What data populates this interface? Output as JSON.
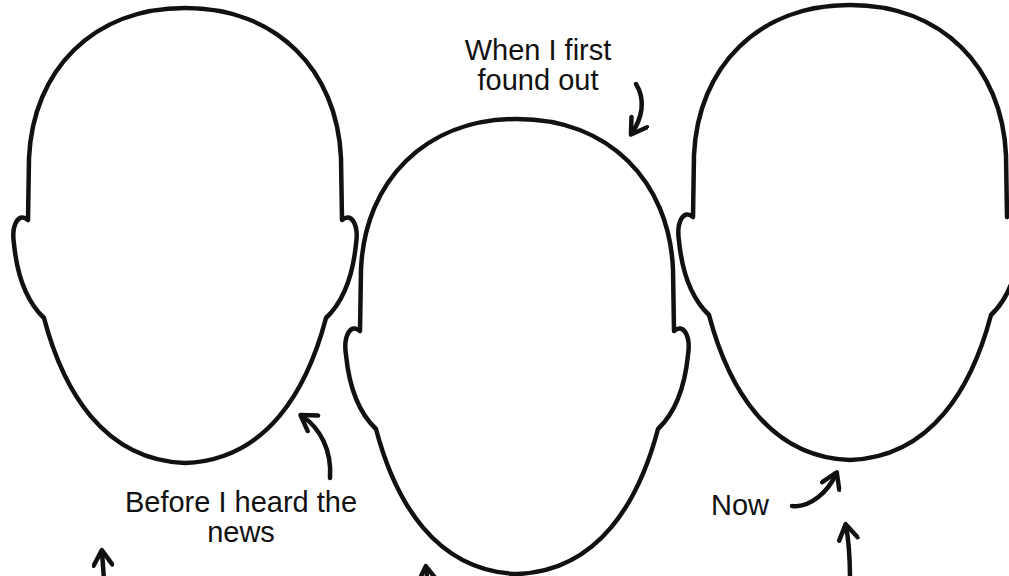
{
  "diagram": {
    "labels": [
      "When I first found out",
      "Before I heard the news",
      "Now"
    ]
  }
}
